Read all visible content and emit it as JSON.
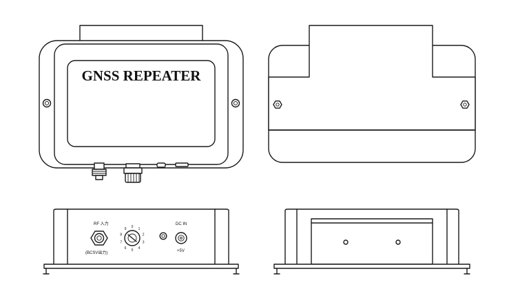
{
  "front_view": {
    "title": "GNSS REPEATER"
  },
  "side_panel": {
    "rf_label": "RF 入力",
    "rf_sublabel": "(BCSV出力)",
    "dc_label": "DC IN",
    "dc_sublabel": "+5V",
    "dial_digits": [
      "0",
      "1",
      "2",
      "3",
      "4",
      "5",
      "6",
      "7",
      "8",
      "9"
    ]
  }
}
